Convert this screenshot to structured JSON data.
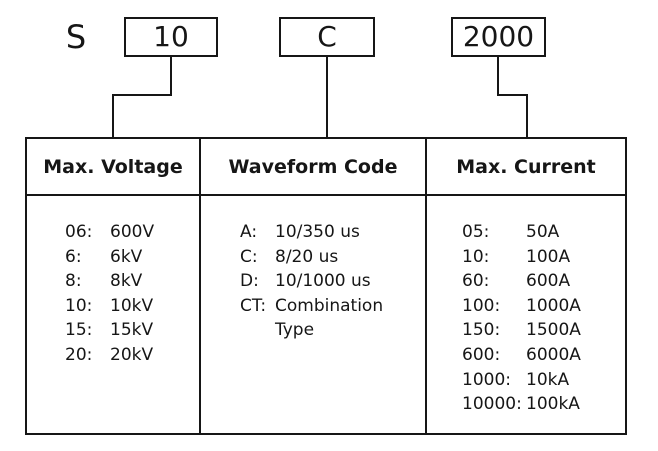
{
  "product_code": {
    "prefix": "S",
    "segments": [
      "10",
      "C",
      "2000"
    ]
  },
  "columns": [
    {
      "header": "Max. Voltage",
      "entries": [
        {
          "code": "06:",
          "value": "600V"
        },
        {
          "code": "6:",
          "value": "6kV"
        },
        {
          "code": "8:",
          "value": "8kV"
        },
        {
          "code": "10:",
          "value": "10kV"
        },
        {
          "code": "15:",
          "value": "15kV"
        },
        {
          "code": "20:",
          "value": "20kV"
        }
      ]
    },
    {
      "header": "Waveform Code",
      "entries": [
        {
          "code": "A:",
          "value": "10/350 us"
        },
        {
          "code": "C:",
          "value": "8/20 us"
        },
        {
          "code": "D:",
          "value": "10/1000 us"
        },
        {
          "code": "CT:",
          "value": "Combination"
        },
        {
          "code": "",
          "value": "Type"
        }
      ]
    },
    {
      "header": "Max. Current",
      "entries": [
        {
          "code": "05:",
          "value": "50A"
        },
        {
          "code": "10:",
          "value": "100A"
        },
        {
          "code": "60:",
          "value": "600A"
        },
        {
          "code": "100:",
          "value": "1000A"
        },
        {
          "code": "150:",
          "value": "1500A"
        },
        {
          "code": "600:",
          "value": "6000A"
        },
        {
          "code": "1000:",
          "value": "10kA"
        },
        {
          "code": "10000:",
          "value": "100kA"
        }
      ]
    }
  ],
  "colors": {
    "ink": "#161616",
    "background": "#ffffff"
  }
}
